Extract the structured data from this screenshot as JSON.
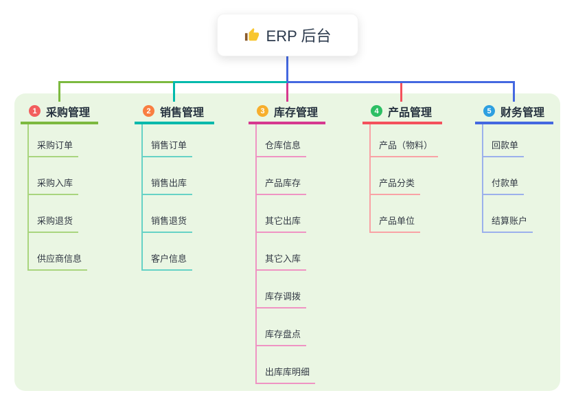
{
  "root": {
    "label": "ERP 后台",
    "icon": "thumbs-up-icon"
  },
  "colors": {
    "panel_background": "#eaf6e3",
    "root_stem": "#4468e0",
    "branch_green": "#7cb93f",
    "branch_teal": "#00b9ac",
    "branch_magenta": "#d6398f",
    "branch_red": "#f4515c",
    "branch_blue": "#4468e0"
  },
  "branches": [
    {
      "badge": "1",
      "title": "采购管理",
      "color": "#7cb93f",
      "light_color": "#a9d57e",
      "badge_color": "#f25d5d",
      "children": [
        "采购订单",
        "采购入库",
        "采购退货",
        "供应商信息"
      ]
    },
    {
      "badge": "2",
      "title": "销售管理",
      "color": "#00b9ac",
      "light_color": "#66d2c6",
      "badge_color": "#f97e41",
      "children": [
        "销售订单",
        "销售出库",
        "销售退货",
        "客户信息"
      ]
    },
    {
      "badge": "3",
      "title": "库存管理",
      "color": "#d6398f",
      "light_color": "#ef93c3",
      "badge_color": "#f7ae2d",
      "children": [
        "仓库信息",
        "产品库存",
        "其它出库",
        "其它入库",
        "库存调拨",
        "库存盘点",
        "出库库明细"
      ]
    },
    {
      "badge": "4",
      "title": "产品管理",
      "color": "#f4515c",
      "light_color": "#f9a2a5",
      "badge_color": "#2dbf64",
      "children": [
        "产品（物料）",
        "产品分类",
        "产品单位"
      ]
    },
    {
      "badge": "5",
      "title": "财务管理",
      "color": "#4468e0",
      "light_color": "#9bb0ec",
      "badge_color": "#2d9fe0",
      "children": [
        "回款单",
        "付款单",
        "结算账户"
      ]
    }
  ]
}
